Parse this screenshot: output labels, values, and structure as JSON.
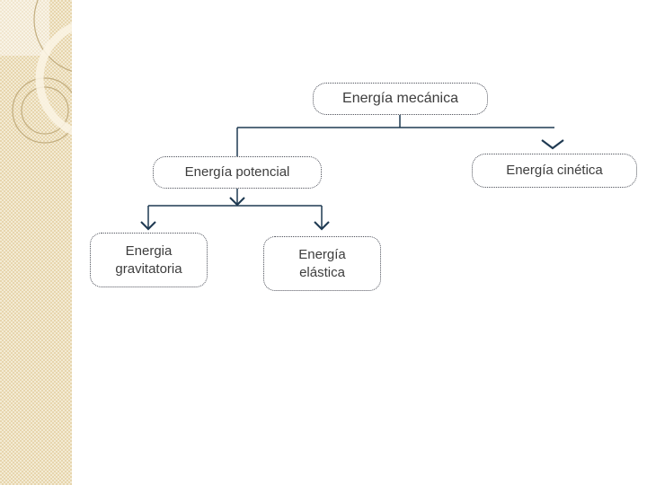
{
  "colors": {
    "page_bg": "#ffffff",
    "sidebar_base": "#eadcb8",
    "sidebar_check_light": "#f3ebd4",
    "sidebar_check_dark": "#e7d5ad",
    "connector": "#1f3a52",
    "box_border": "#4d505a",
    "text": "#3d3d3d",
    "circle_stroke": "#c2ad7f",
    "highlight": "rgba(255,255,255,0.42)",
    "cream_arc": "rgba(250,244,228,0.88)"
  },
  "diagram": {
    "nodes": [
      {
        "id": "energia-mecanica",
        "label": "Energía mecánica"
      },
      {
        "id": "energia-potencial",
        "label": "Energía potencial"
      },
      {
        "id": "energia-cinetica",
        "label": "Energía cinética"
      },
      {
        "id": "energia-gravitatoria",
        "label": "Energia\ngravitatoria"
      },
      {
        "id": "energia-elastica",
        "label": "Energía\nelástica"
      }
    ],
    "edges": [
      {
        "from": "energia-mecanica",
        "to": "energia-potencial"
      },
      {
        "from": "energia-mecanica",
        "to": "energia-cinetica"
      },
      {
        "from": "energia-potencial",
        "to": "energia-gravitatoria"
      },
      {
        "from": "energia-potencial",
        "to": "energia-elastica"
      }
    ]
  }
}
